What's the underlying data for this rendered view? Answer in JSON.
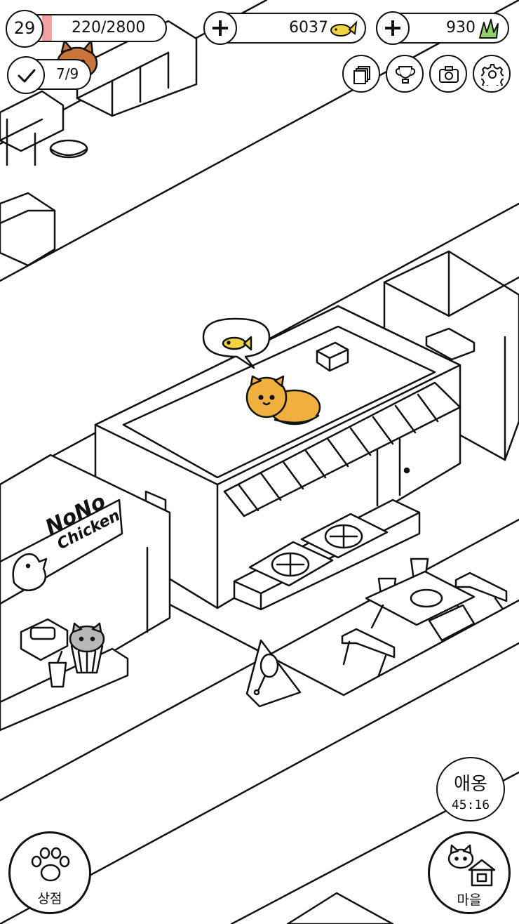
{
  "hud": {
    "level": "29",
    "xp_text": "220/2800",
    "xp_fraction": 0.0786,
    "fish_count": "6037",
    "grass_count": "930",
    "tasks_text": "7/9"
  },
  "store_sign": {
    "line1": "NoNo",
    "line2": "Chicken"
  },
  "event": {
    "title": "애옹",
    "timer": "45:16"
  },
  "bottom": {
    "shop_label": "상점",
    "village_label": "마을"
  },
  "icons": {
    "fish": "fish-icon",
    "grass": "grass-icon",
    "check": "check-icon",
    "album": "album-icon",
    "trophy": "trophy-icon",
    "camera": "camera-icon",
    "settings": "gear-icon",
    "paw": "paw-icon",
    "village": "cat-house-icon"
  },
  "colors": {
    "orange_cat": "#f0b040",
    "fish_yellow": "#f2d340",
    "grass_green": "#8fd16a",
    "xp_red": "#f3a0a0"
  }
}
